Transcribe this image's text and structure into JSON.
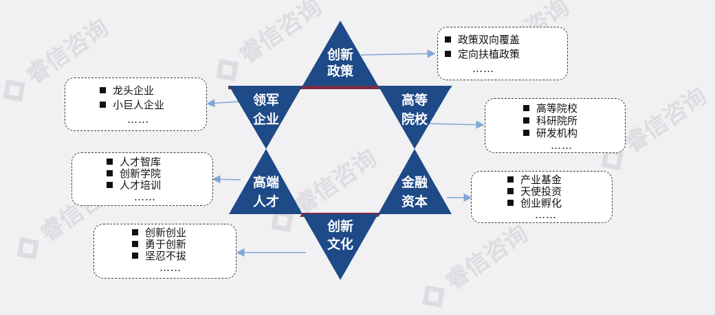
{
  "watermark": "睿信咨询",
  "colors": {
    "tri_fill": "#1e4a87",
    "tri_edge": "#7b2c47",
    "arrow": "#7fa6d6",
    "text": "#ffffff"
  },
  "nodes": {
    "policy": {
      "line1": "创新",
      "line2": "政策"
    },
    "university": {
      "line1": "高等",
      "line2": "院校"
    },
    "finance": {
      "line1": "金融",
      "line2": "资本"
    },
    "culture": {
      "line1": "创新",
      "line2": "文化"
    },
    "talent": {
      "line1": "高端",
      "line2": "人才"
    },
    "enterprise": {
      "line1": "领军",
      "line2": "企业"
    }
  },
  "boxes": {
    "policy": {
      "items": [
        "政策双向覆盖",
        "定向扶植政策"
      ],
      "more": "……"
    },
    "university": {
      "items": [
        "高等院校",
        "科研院所",
        "研发机构"
      ],
      "more": "……"
    },
    "finance": {
      "items": [
        "产业基金",
        "天使投资",
        "创业孵化"
      ],
      "more": "……"
    },
    "culture": {
      "items": [
        "创新创业",
        "勇于创新",
        "坚忍不拔"
      ],
      "more": "……"
    },
    "talent": {
      "items": [
        "人才智库",
        "创新学院",
        "人才培训"
      ],
      "more": "……"
    },
    "enterprise": {
      "items": [
        "龙头企业",
        "小巨人企业"
      ],
      "more": "……"
    }
  }
}
